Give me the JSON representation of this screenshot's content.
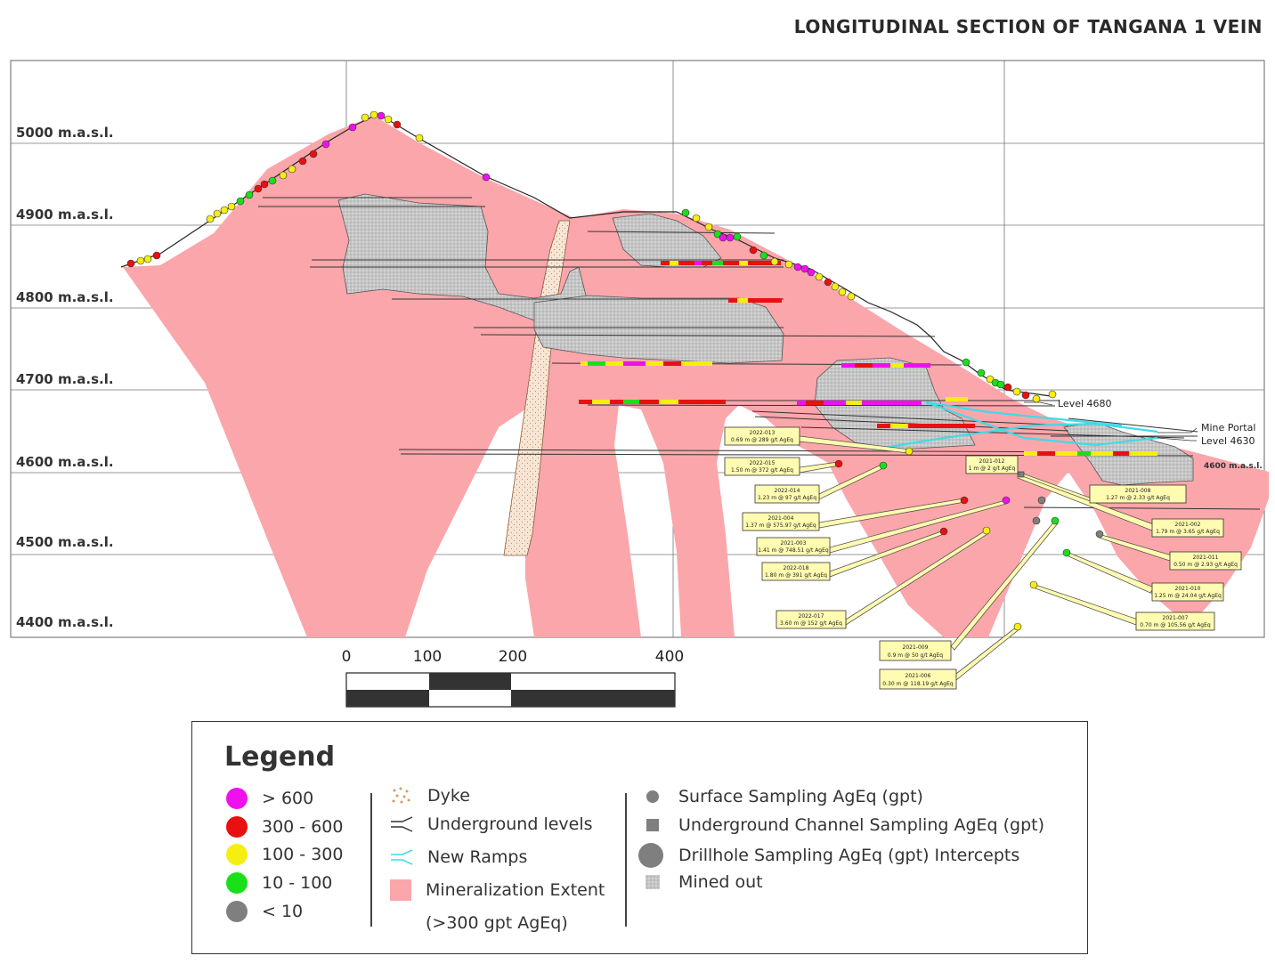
{
  "title": "LONGITUDINAL SECTION OF TANGANA 1 VEIN",
  "colors": {
    "gt600": "#ee11ee",
    "r300_600": "#e81010",
    "r100_300": "#f5ee10",
    "r10_100": "#19e019",
    "lt10": "#7f7f7f",
    "mineralization": "#fba6ab",
    "dyke": "#f6e3d0",
    "ramps": "#3fdbe6",
    "mined": "#c8c8c8"
  },
  "elevations": [
    "5000 m.a.s.l.",
    "4900 m.a.s.l.",
    "4800 m.a.s.l.",
    "4700 m.a.s.l.",
    "4600 m.a.s.l.",
    "4500 m.a.s.l.",
    "4400 m.a.s.l."
  ],
  "labels": {
    "level_4680": "Level 4680",
    "mine_portal": "Mine Portal",
    "level_4630": "Level 4630",
    "elev_4600_small": "4600 m.a.s.l."
  },
  "scale_ticks": [
    "0",
    "100",
    "200",
    "400"
  ],
  "drillholes": [
    {
      "id": "2022-013",
      "text": "0.69 m @ 289 g/t AgEq"
    },
    {
      "id": "2022-015",
      "text": "1.50 m @ 372 g/t AgEq"
    },
    {
      "id": "2022-014",
      "text": "1.23 m @ 97 g/t AgEq"
    },
    {
      "id": "2021-004",
      "text": "1.37 m @ 575.97 g/t AgEq"
    },
    {
      "id": "2021-003",
      "text": "1.41 m @ 748.51 g/t AgEq"
    },
    {
      "id": "2022-018",
      "text": "1.80 m @ 391 g/t AgEq"
    },
    {
      "id": "2022-017",
      "text": "3.60 m @ 152 g/t AgEq"
    },
    {
      "id": "2021-012",
      "text": "1 m @ 2 g/t AgEq"
    },
    {
      "id": "2021-008",
      "text": "1.27 m @ 2.33 g/t AgEq"
    },
    {
      "id": "2021-002",
      "text": "1.79 m @ 3.65 g/t AgEq"
    },
    {
      "id": "2021-011",
      "text": "0.50 m @ 2.93 g/t AgEq"
    },
    {
      "id": "2021-010",
      "text": "1.25 m @ 24.04 g/t AgEq"
    },
    {
      "id": "2021-007",
      "text": "0.70 m @ 105.56 g/t AgEq"
    },
    {
      "id": "2021-009",
      "text": "0.9 m @ 50 g/t AgEq"
    },
    {
      "id": "2021-006",
      "text": "0.30 m @ 118.19 g/t AgEq"
    }
  ],
  "legend": {
    "title": "Legend",
    "grades": [
      "> 600",
      "300 - 600",
      "100 - 300",
      "10 - 100",
      "< 10"
    ],
    "features": [
      "Dyke",
      "Underground levels",
      "New Ramps",
      "Mineralization Extent",
      "(>300 gpt AgEq)"
    ],
    "sampling": [
      "Surface Sampling AgEq (gpt)",
      "Underground Channel Sampling AgEq (gpt)",
      "Drillhole Sampling AgEq (gpt) Intercepts",
      "Mined out"
    ]
  }
}
